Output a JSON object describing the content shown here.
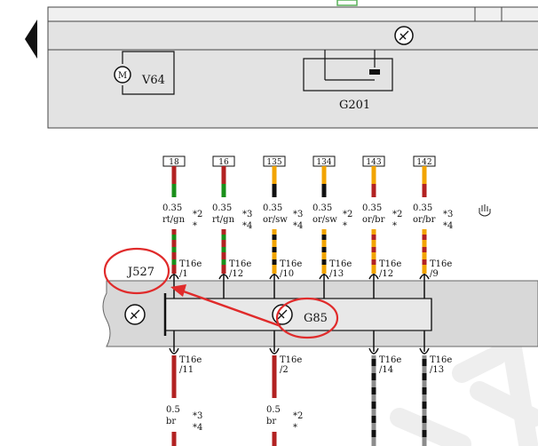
{
  "colors": {
    "red": "#b22222",
    "green": "#1a8f1a",
    "orange": "#f2a400",
    "black": "#111111",
    "gray": "#8c8c8c",
    "module_fill": "#d8d8d8",
    "panel_fill": "#e3e3e3",
    "annotation_red": "#e02b2b"
  },
  "top_panel": {
    "motor_label": "V64",
    "sensor_label": "G201"
  },
  "module": {
    "j_label": "J527",
    "g_label": "G85"
  },
  "top_wires": [
    {
      "terminal": "18",
      "size": "0.35",
      "color_code": "rt/gn",
      "note1": "*2",
      "note2": "*",
      "conn": "T16e",
      "pin": "/1",
      "stripes": [
        "red",
        "green"
      ]
    },
    {
      "terminal": "16",
      "size": "0.35",
      "color_code": "rt/gn",
      "note1": "*3",
      "note2": "*4",
      "conn": "T16e",
      "pin": "/12",
      "stripes": [
        "red",
        "green"
      ]
    },
    {
      "terminal": "135",
      "size": "0.35",
      "color_code": "or/sw",
      "note1": "*3",
      "note2": "*4",
      "conn": "T16e",
      "pin": "/10",
      "stripes": [
        "orange",
        "black"
      ]
    },
    {
      "terminal": "134",
      "size": "0.35",
      "color_code": "or/sw",
      "note1": "*2",
      "note2": "*",
      "conn": "T16e",
      "pin": "/13",
      "stripes": [
        "orange",
        "black"
      ]
    },
    {
      "terminal": "143",
      "size": "0.35",
      "color_code": "or/br",
      "note1": "*2",
      "note2": "*",
      "conn": "T16e",
      "pin": "/12",
      "stripes": [
        "orange",
        "red"
      ]
    },
    {
      "terminal": "142",
      "size": "0.35",
      "color_code": "or/br",
      "note1": "*3",
      "note2": "*4",
      "conn": "T16e",
      "pin": "/9",
      "stripes": [
        "orange",
        "red"
      ]
    }
  ],
  "bottom_wires": [
    {
      "conn": "T16e",
      "pin": "/11",
      "size": "0.5",
      "color_code": "br",
      "note1": "*3",
      "note2": "*4"
    },
    {
      "conn": "T16e",
      "pin": "/2",
      "size": "0.5",
      "color_code": "br",
      "note1": "*2",
      "note2": "*"
    },
    {
      "conn": "T16e",
      "pin": "/14"
    },
    {
      "conn": "T16e",
      "pin": "/13"
    }
  ]
}
